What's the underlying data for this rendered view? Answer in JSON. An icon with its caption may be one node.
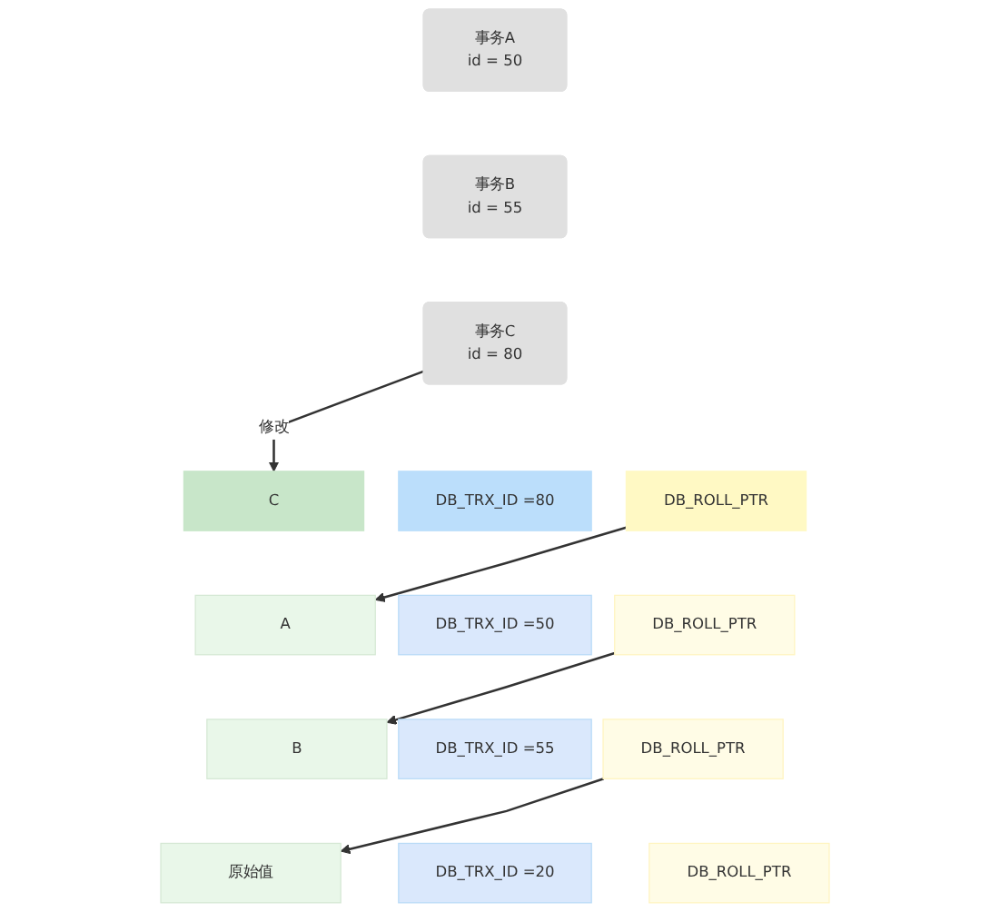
{
  "diagram": {
    "nodes": [
      {
        "text": [
          "事务A",
          "id = 50"
        ]
      },
      {
        "text": [
          "事务B",
          "id = 55"
        ]
      },
      {
        "text": [
          "事务C",
          "id = 80"
        ]
      },
      {
        "text": [
          "C"
        ]
      },
      {
        "text": [
          "DB_TRX_ID =80"
        ]
      },
      {
        "text": [
          "DB_ROLL_PTR"
        ]
      },
      {
        "text": [
          "A"
        ]
      },
      {
        "text": [
          "DB_TRX_ID =50"
        ]
      },
      {
        "text": [
          "DB_ROLL_PTR"
        ]
      },
      {
        "text": [
          "B"
        ]
      },
      {
        "text": [
          "DB_TRX_ID =55"
        ]
      },
      {
        "text": [
          "DB_ROLL_PTR"
        ]
      },
      {
        "text": [
          "原始值"
        ]
      },
      {
        "text": [
          "DB_TRX_ID =20"
        ]
      },
      {
        "text": [
          "DB_ROLL_PTR"
        ]
      }
    ],
    "edges": [
      {
        "from": 2,
        "to": 3,
        "arrow": "to",
        "label": "修改"
      },
      {
        "from": 5,
        "to": 6,
        "arrow": "to"
      },
      {
        "from": 8,
        "to": 9,
        "arrow": "to"
      },
      {
        "from": 11,
        "to": 12,
        "arrow": "to"
      }
    ]
  }
}
